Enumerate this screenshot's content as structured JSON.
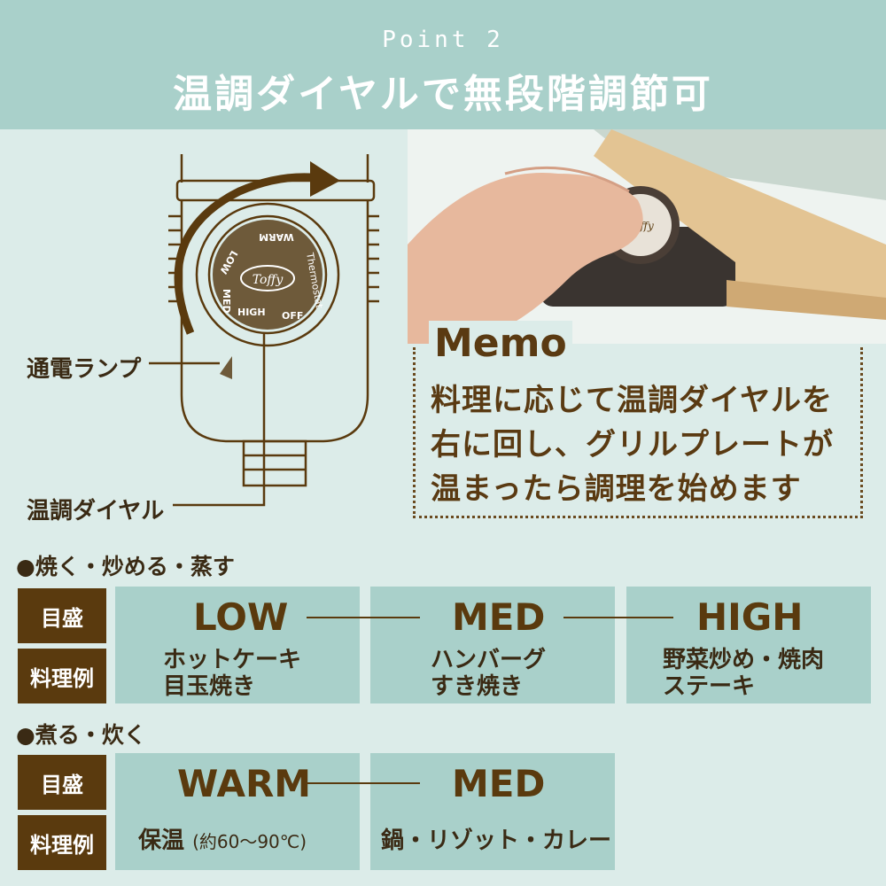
{
  "header": {
    "point": "Point 2",
    "title": "温調ダイヤルで無段階調節可"
  },
  "diagram": {
    "lamp_label": "通電ランプ",
    "dial_label": "温調ダイヤル",
    "dial_face": {
      "top": "WARM",
      "left": "LOW",
      "mid_left": "MED",
      "bottom_left": "HIGH",
      "bottom_right": "OFF",
      "side": "Thermostat",
      "brand": "Toffy"
    }
  },
  "memo": {
    "title": "Memo",
    "lines": [
      "料理に応じて温調ダイヤルを",
      "右に回し、グリルプレートが",
      "温まったら調理を始めます"
    ]
  },
  "section1": {
    "heading": "●焼く・炒める・蒸す",
    "row_labels": {
      "scale": "目盛",
      "example": "料理例"
    },
    "columns": [
      {
        "level": "LOW",
        "dish1": "ホットケーキ",
        "dish2": "目玉焼き"
      },
      {
        "level": "MED",
        "dish1": "ハンバーグ",
        "dish2": "すき焼き"
      },
      {
        "level": "HIGH",
        "dish1": "野菜炒め・焼肉",
        "dish2": "ステーキ"
      }
    ]
  },
  "section2": {
    "heading": "●煮る・炊く",
    "row_labels": {
      "scale": "目盛",
      "example": "料理例"
    },
    "columns": [
      {
        "level": "WARM",
        "dish_main": "保温",
        "dish_note": "(約60〜90℃)"
      },
      {
        "level": "MED",
        "dish_main": "鍋・リゾット・カレー"
      }
    ]
  },
  "colors": {
    "header_bg": "#a9d0ca",
    "page_bg": "#dcece9",
    "brown": "#5a3a0e",
    "cell_bg": "#a9d0ca"
  }
}
